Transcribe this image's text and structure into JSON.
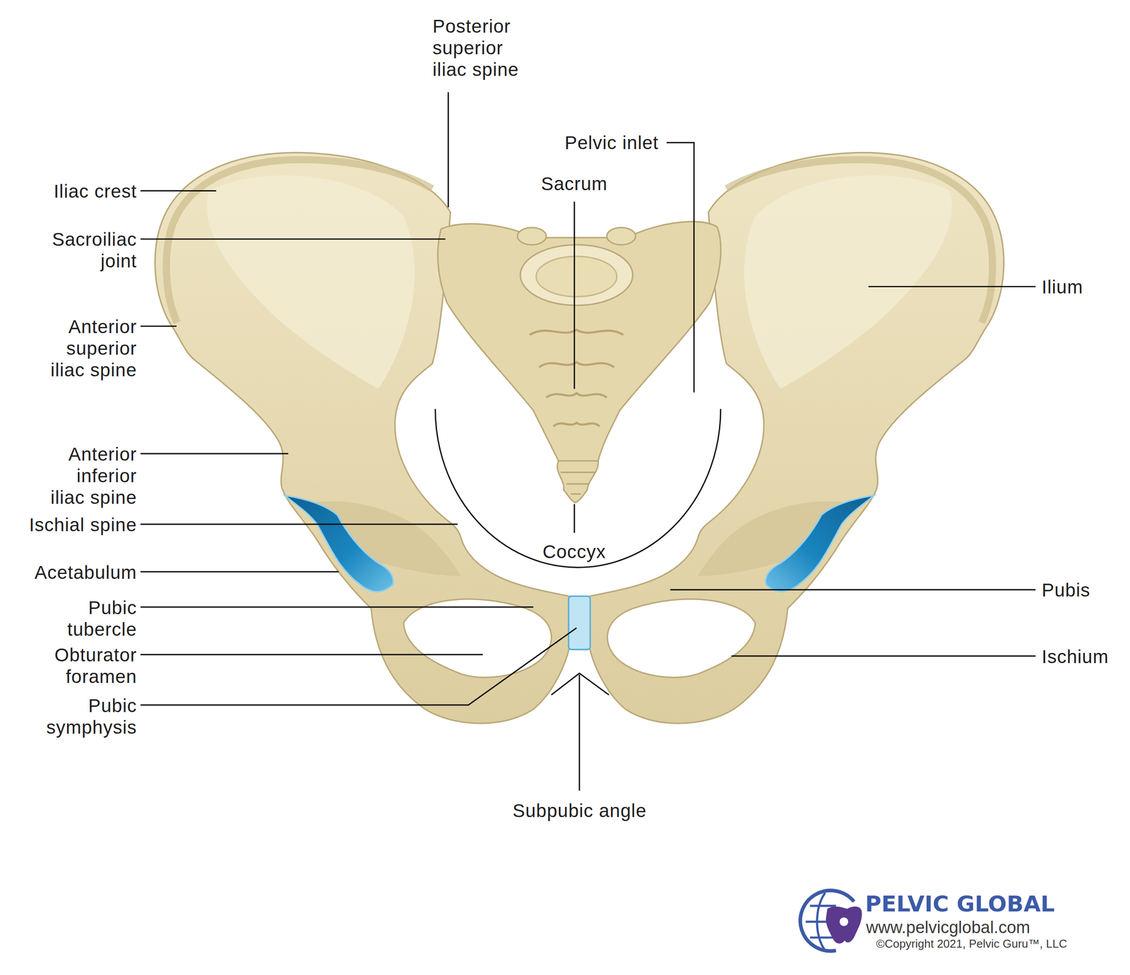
{
  "diagram": {
    "labels": [
      "Posterior superior iliac spine",
      "Pelvic inlet",
      "Sacrum",
      "Iliac crest",
      "Sacroiliac joint",
      "Ilium",
      "Anterior superior iliac spine",
      "Anterior inferior iliac spine",
      "Ischial spine",
      "Coccyx",
      "Acetabulum",
      "Pubic tubercle",
      "Pubis",
      "Obturator foramen",
      "Ischium",
      "Pubic symphysis",
      "Subpubic angle",
      "PELVIC GLOBAL",
      "www.pelvicglobal.com",
      "©Copyright 2021, Pelvic Guru™, LLC"
    ]
  }
}
